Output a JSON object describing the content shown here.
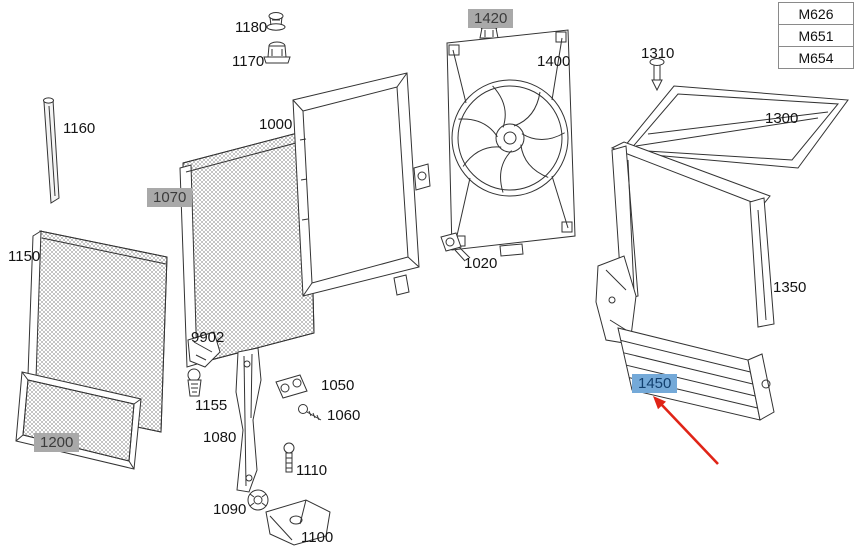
{
  "diagram": {
    "title": "cooling-module-exploded-parts-diagram",
    "labels": {
      "l1180": "1180",
      "l1170": "1170",
      "l1160": "1160",
      "l1000": "1000",
      "l1070": "1070",
      "l1150": "1150",
      "l1420": "1420",
      "l1400": "1400",
      "l1310": "1310",
      "l1300": "1300",
      "l1350": "1350",
      "l1020": "1020",
      "l9902": "9902",
      "l1155": "1155",
      "l1050": "1050",
      "l1060": "1060",
      "l1080": "1080",
      "l1110": "1110",
      "l1090": "1090",
      "l1100": "1100",
      "l1200": "1200",
      "l1450": "1450"
    },
    "highlighted_part": "1450",
    "gray_boxed_parts": [
      "1420",
      "1070",
      "1200"
    ],
    "colors": {
      "line": "#333333",
      "label_gray_bg": "#a9a9a9",
      "label_blue_bg": "#74a9d8",
      "arrow_red": "#e02417"
    }
  },
  "table": {
    "rows": [
      {
        "code": "M626"
      },
      {
        "code": "M651"
      },
      {
        "code": "M654"
      }
    ]
  }
}
